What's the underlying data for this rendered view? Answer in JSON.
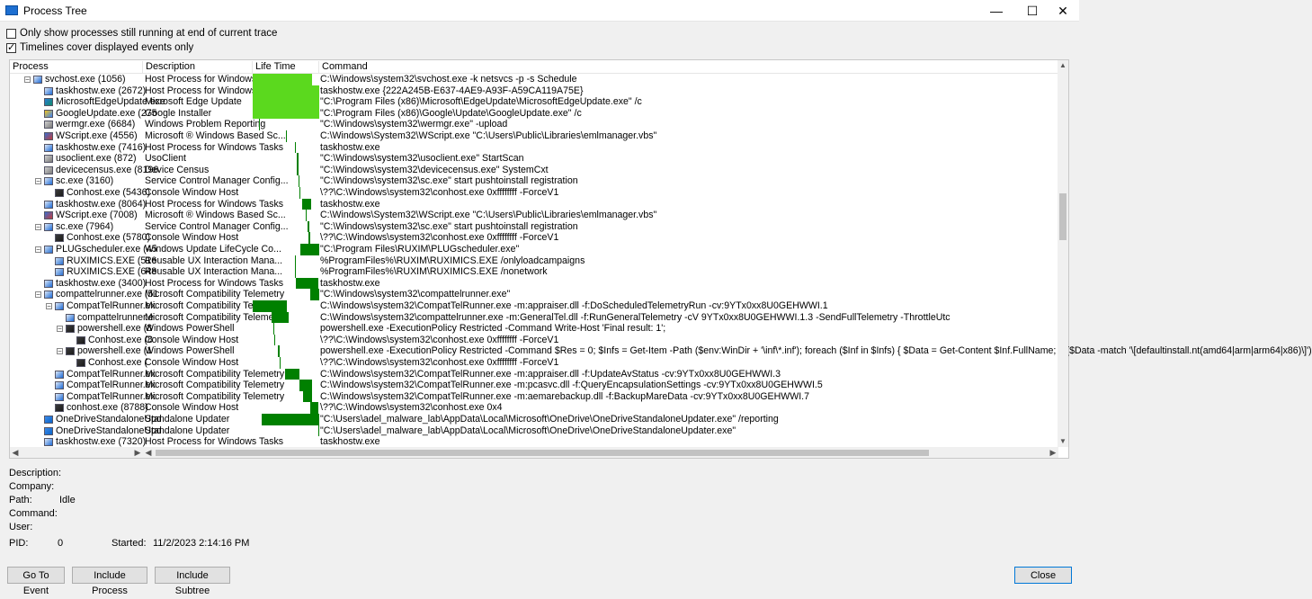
{
  "window": {
    "title": "Process Tree",
    "minimize": "—",
    "maximize": "☐",
    "close": "✕"
  },
  "options": {
    "running_only": {
      "label": "Only show processes still running at end of current trace",
      "checked": false
    },
    "timelines": {
      "label": "Timelines cover displayed events only",
      "checked": true
    }
  },
  "columns": {
    "process": "Process",
    "description": "Description",
    "lifetime": "Life Time",
    "command": "Command"
  },
  "rows": [
    {
      "indent": 0,
      "exp": "-",
      "icon": "window",
      "name": "svchost.exe (1056)",
      "desc": "Host Process for Windows Serv...",
      "cmd": "C:\\Windows\\system32\\svchost.exe -k netsvcs -p -s Schedule",
      "bar": [
        0,
        66
      ],
      "color": "#5bd91e"
    },
    {
      "indent": 1,
      "exp": "",
      "icon": "window",
      "name": "taskhostw.exe (2672)",
      "desc": "Host Process for Windows Tasks",
      "cmd": "taskhostw.exe {222A245B-E637-4AE9-A93F-A59CA119A75E}",
      "bar": [
        0,
        74
      ],
      "color": "#5bd91e"
    },
    {
      "indent": 1,
      "exp": "",
      "icon": "edge",
      "name": "MicrosoftEdgeUpdate.exe",
      "desc": "Microsoft Edge Update",
      "cmd": "\"C:\\Program Files (x86)\\Microsoft\\EdgeUpdate\\MicrosoftEdgeUpdate.exe\" /c",
      "bar": [
        0,
        74
      ],
      "color": "#5bd91e"
    },
    {
      "indent": 1,
      "exp": "",
      "icon": "google",
      "name": "GoogleUpdate.exe (275",
      "desc": "Google Installer",
      "cmd": "\"C:\\Program Files (x86)\\Google\\Update\\GoogleUpdate.exe\" /c",
      "bar": [
        0,
        74
      ],
      "color": "#5bd91e"
    },
    {
      "indent": 1,
      "exp": "",
      "icon": "gear",
      "name": "wermgr.exe (6684)",
      "desc": "Windows Problem Reporting",
      "cmd": "\"C:\\Windows\\system32\\wermgr.exe\" -upload",
      "bar": [
        7,
        1
      ],
      "color": "#008000"
    },
    {
      "indent": 1,
      "exp": "",
      "icon": "script",
      "name": "WScript.exe (4556)",
      "desc": "Microsoft ® Windows Based Sc...",
      "cmd": "C:\\Windows\\System32\\WScript.exe \"C:\\Users\\Public\\Libraries\\emlmanager.vbs\"",
      "bar": [
        37,
        1
      ],
      "color": "#008000"
    },
    {
      "indent": 1,
      "exp": "",
      "icon": "window",
      "name": "taskhostw.exe (7416)",
      "desc": "Host Process for Windows Tasks",
      "cmd": "taskhostw.exe",
      "bar": [
        47,
        1
      ],
      "color": "#008000"
    },
    {
      "indent": 1,
      "exp": "",
      "icon": "gear",
      "name": "usoclient.exe (872)",
      "desc": "UsoClient",
      "cmd": "\"C:\\Windows\\system32\\usoclient.exe\" StartScan",
      "bar": [
        49,
        2
      ],
      "color": "#008000"
    },
    {
      "indent": 1,
      "exp": "",
      "icon": "gear",
      "name": "devicecensus.exe (8196",
      "desc": "Device Census",
      "cmd": "\"C:\\Windows\\system32\\devicecensus.exe\" SystemCxt",
      "bar": [
        49,
        2
      ],
      "color": "#008000"
    },
    {
      "indent": 1,
      "exp": "-",
      "icon": "window",
      "name": "sc.exe (3160)",
      "desc": "Service Control Manager Config...",
      "cmd": "\"C:\\Windows\\system32\\sc.exe\" start pushtoinstall registration",
      "bar": [
        51,
        1
      ],
      "color": "#008000"
    },
    {
      "indent": 2,
      "exp": "",
      "icon": "console",
      "name": "Conhost.exe (5436)",
      "desc": "Console Window Host",
      "cmd": "\\??\\C:\\Windows\\system32\\conhost.exe 0xffffffff -ForceV1",
      "bar": [
        52,
        1
      ],
      "color": "#008000"
    },
    {
      "indent": 1,
      "exp": "",
      "icon": "window",
      "name": "taskhostw.exe (8064)",
      "desc": "Host Process for Windows Tasks",
      "cmd": "taskhostw.exe",
      "bar": [
        55,
        10
      ],
      "color": "#008000"
    },
    {
      "indent": 1,
      "exp": "",
      "icon": "script",
      "name": "WScript.exe (7008)",
      "desc": "Microsoft ® Windows Based Sc...",
      "cmd": "C:\\Windows\\System32\\WScript.exe \"C:\\Users\\Public\\Libraries\\emlmanager.vbs\"",
      "bar": [
        59,
        1
      ],
      "color": "#008000"
    },
    {
      "indent": 1,
      "exp": "-",
      "icon": "window",
      "name": "sc.exe (7964)",
      "desc": "Service Control Manager Config...",
      "cmd": "\"C:\\Windows\\system32\\sc.exe\" start pushtoinstall registration",
      "bar": [
        61,
        2
      ],
      "color": "#008000"
    },
    {
      "indent": 2,
      "exp": "",
      "icon": "console",
      "name": "Conhost.exe (5780)",
      "desc": "Console Window Host",
      "cmd": "\\??\\C:\\Windows\\system32\\conhost.exe 0xffffffff -ForceV1",
      "bar": [
        62,
        2
      ],
      "color": "#008000"
    },
    {
      "indent": 1,
      "exp": "-",
      "icon": "app",
      "name": "PLUGscheduler.exe (45",
      "desc": "Windows Update LifeCycle Co...",
      "cmd": "\"C:\\Program Files\\RUXIM\\PLUGscheduler.exe\"",
      "bar": [
        53,
        21
      ],
      "color": "#008000"
    },
    {
      "indent": 2,
      "exp": "",
      "icon": "app",
      "name": "RUXIMICS.EXE (516",
      "desc": "Reusable UX Interaction Mana...",
      "cmd": "%ProgramFiles%\\RUXIM\\RUXIMICS.EXE /onlyloadcampaigns",
      "bar": [
        47,
        1
      ],
      "color": "#008000"
    },
    {
      "indent": 2,
      "exp": "",
      "icon": "app",
      "name": "RUXIMICS.EXE (648",
      "desc": "Reusable UX Interaction Mana...",
      "cmd": "%ProgramFiles%\\RUXIM\\RUXIMICS.EXE /nonetwork",
      "bar": [
        47,
        1
      ],
      "color": "#008000"
    },
    {
      "indent": 1,
      "exp": "",
      "icon": "window",
      "name": "taskhostw.exe (3400)",
      "desc": "Host Process for Windows Tasks",
      "cmd": "taskhostw.exe",
      "bar": [
        48,
        25
      ],
      "color": "#008000"
    },
    {
      "indent": 1,
      "exp": "-",
      "icon": "window",
      "name": "compattelrunner.exe (51",
      "desc": "Microsoft Compatibility Telemetry",
      "cmd": "\"C:\\Windows\\system32\\compattelrunner.exe\"",
      "bar": [
        64,
        10
      ],
      "color": "#008000"
    },
    {
      "indent": 2,
      "exp": "-",
      "icon": "window",
      "name": "CompatTelRunner.ex",
      "desc": "Microsoft Compatibility Telemetry",
      "cmd": "C:\\Windows\\system32\\CompatTelRunner.exe -m:appraiser.dll -f:DoScheduledTelemetryRun -cv:9YTx0xx8U0GEHWWI.1",
      "bar": [
        0,
        38
      ],
      "color": "#008000"
    },
    {
      "indent": 3,
      "exp": "",
      "icon": "window",
      "name": "compattelrunner.e",
      "desc": "Microsoft Compatibility Telemetry",
      "cmd": "C:\\Windows\\system32\\compattelrunner.exe -m:GeneralTel.dll -f:RunGeneralTelemetry -cV 9YTx0xx8U0GEHWWI.1.3 -SendFullTelemetry -ThrottleUtc",
      "bar": [
        21,
        19
      ],
      "color": "#008000"
    },
    {
      "indent": 3,
      "exp": "-",
      "icon": "console",
      "name": "powershell.exe (8",
      "desc": "Windows PowerShell",
      "cmd": "powershell.exe -ExecutionPolicy Restricted -Command Write-Host 'Final result: 1';",
      "bar": [
        23,
        1
      ],
      "color": "#008000"
    },
    {
      "indent": 4,
      "exp": "",
      "icon": "console",
      "name": "Conhost.exe (8",
      "desc": "Console Window Host",
      "cmd": "\\??\\C:\\Windows\\system32\\conhost.exe 0xffffffff -ForceV1",
      "bar": [
        24,
        1
      ],
      "color": "#008000"
    },
    {
      "indent": 3,
      "exp": "-",
      "icon": "console",
      "name": "powershell.exe (1",
      "desc": "Windows PowerShell",
      "cmd": "powershell.exe -ExecutionPolicy Restricted -Command  $Res = 0; $Infs = Get-Item -Path ($env:WinDir + '\\inf\\*.inf'); foreach ($Inf in $Infs) { $Data = Get-Content $Inf.FullName; if ($Data -match '\\[defaultinstall.nt(amd64|arm|arm64|x86)\\]')",
      "bar": [
        28,
        2
      ],
      "color": "#008000"
    },
    {
      "indent": 4,
      "exp": "",
      "icon": "console",
      "name": "Conhost.exe (",
      "desc": "Console Window Host",
      "cmd": "\\??\\C:\\Windows\\system32\\conhost.exe 0xffffffff -ForceV1",
      "bar": [
        30,
        1
      ],
      "color": "#008000"
    },
    {
      "indent": 2,
      "exp": "",
      "icon": "window",
      "name": "CompatTelRunner.ex",
      "desc": "Microsoft Compatibility Telemetry",
      "cmd": "C:\\Windows\\system32\\CompatTelRunner.exe -m:appraiser.dll -f:UpdateAvStatus -cv:9YTx0xx8U0GEHWWI.3",
      "bar": [
        36,
        16
      ],
      "color": "#008000"
    },
    {
      "indent": 2,
      "exp": "",
      "icon": "window",
      "name": "CompatTelRunner.ex",
      "desc": "Microsoft Compatibility Telemetry",
      "cmd": "C:\\Windows\\system32\\CompatTelRunner.exe -m:pcasvc.dll -f:QueryEncapsulationSettings -cv:9YTx0xx8U0GEHWWI.5",
      "bar": [
        52,
        14
      ],
      "color": "#008000"
    },
    {
      "indent": 2,
      "exp": "",
      "icon": "window",
      "name": "CompatTelRunner.ex",
      "desc": "Microsoft Compatibility Telemetry",
      "cmd": "C:\\Windows\\system32\\CompatTelRunner.exe -m:aemarebackup.dll -f:BackupMareData -cv:9YTx0xx8U0GEHWWI.7",
      "bar": [
        56,
        10
      ],
      "color": "#008000"
    },
    {
      "indent": 2,
      "exp": "",
      "icon": "console",
      "name": "conhost.exe (8788)",
      "desc": "Console Window Host",
      "cmd": "\\??\\C:\\Windows\\system32\\conhost.exe 0x4",
      "bar": [
        64,
        9
      ],
      "color": "#008000"
    },
    {
      "indent": 1,
      "exp": "",
      "icon": "onedrive",
      "name": "OneDriveStandaloneUpd",
      "desc": "Standalone Updater",
      "cmd": "\"C:\\Users\\adel_malware_lab\\AppData\\Local\\Microsoft\\OneDrive\\OneDriveStandaloneUpdater.exe\" /reporting",
      "bar": [
        10,
        64
      ],
      "color": "#008000"
    },
    {
      "indent": 1,
      "exp": "",
      "icon": "onedrive",
      "name": "OneDriveStandaloneUpd",
      "desc": "Standalone Updater",
      "cmd": "\"C:\\Users\\adel_malware_lab\\AppData\\Local\\Microsoft\\OneDrive\\OneDriveStandaloneUpdater.exe\"",
      "bar": [
        73,
        1
      ],
      "color": "#008000"
    },
    {
      "indent": 1,
      "exp": "",
      "icon": "window",
      "name": "taskhostw.exe (7320)",
      "desc": "Host Process for Windows Tasks",
      "cmd": "taskhostw.exe",
      "bar": [
        0,
        0
      ],
      "color": "#008000"
    }
  ],
  "details": {
    "description_label": "Description:",
    "description_value": "",
    "company_label": "Company:",
    "company_value": "",
    "path_label": "Path:",
    "path_value": "Idle",
    "command_label": "Command:",
    "command_value": "",
    "user_label": "User:",
    "user_value": "",
    "pid_label": "PID:",
    "pid_value": "0",
    "started_label": "Started:",
    "started_value": "11/2/2023 2:14:16 PM"
  },
  "buttons": {
    "goto": "Go To Event",
    "include_process": "Include Process",
    "include_subtree": "Include Subtree",
    "close": "Close"
  }
}
